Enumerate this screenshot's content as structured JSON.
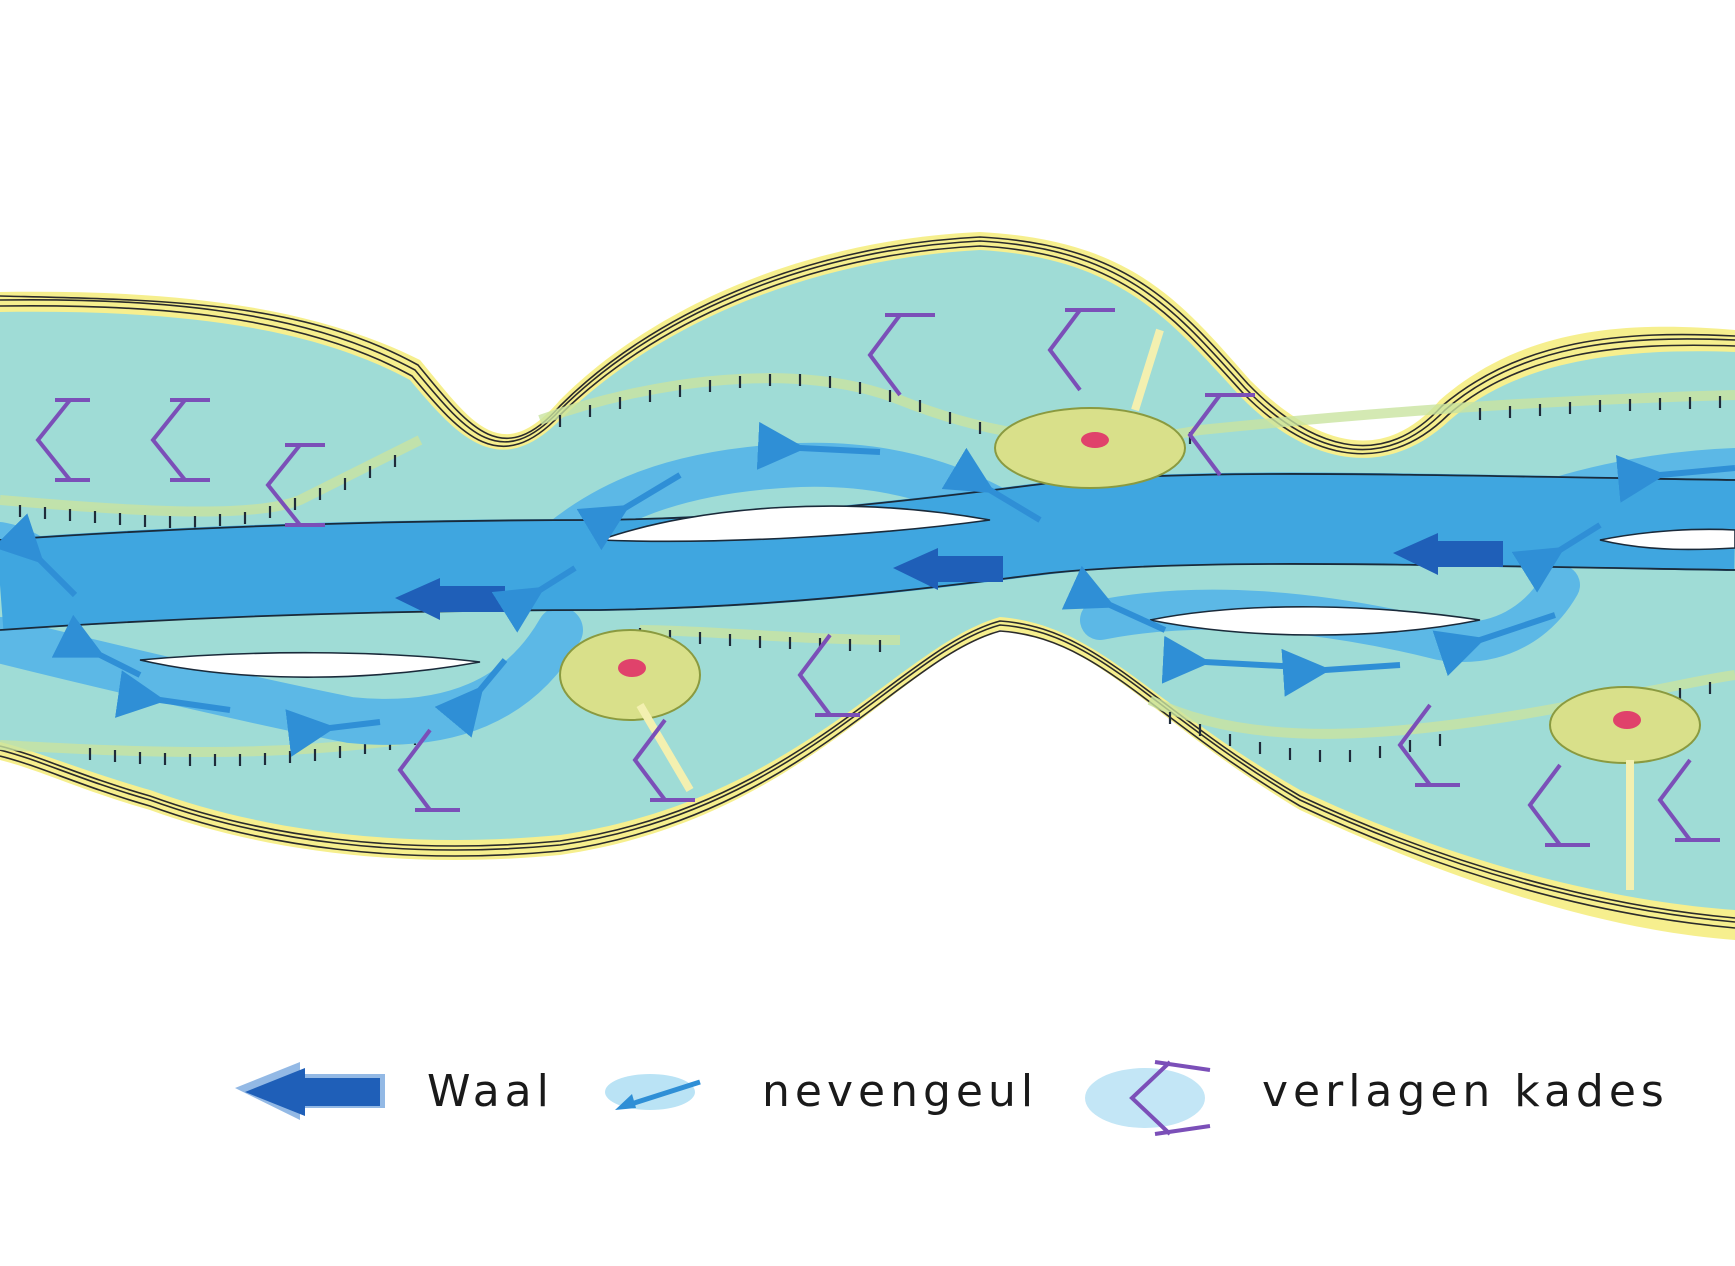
{
  "legend": {
    "items": [
      {
        "key": "waal",
        "label": "Waal",
        "icon": "thick-dark-blue-arrow-icon",
        "color": "#1f5fb8"
      },
      {
        "key": "nevengeul",
        "label": "nevengeul",
        "icon": "thin-blue-arrow-icon",
        "color": "#2f8fd6"
      },
      {
        "key": "kades",
        "label": "verlagen kades",
        "icon": "purple-chevron-arrow-icon",
        "color": "#7b4fb8"
      }
    ]
  },
  "colors": {
    "main_channel": "#3fa6e0",
    "side_channel": "#5cb8e6",
    "floodplain": "#9fdcd6",
    "dike_highlight": "#f4ec7a",
    "island": "#d9e08a",
    "marker": "#e0426b"
  }
}
